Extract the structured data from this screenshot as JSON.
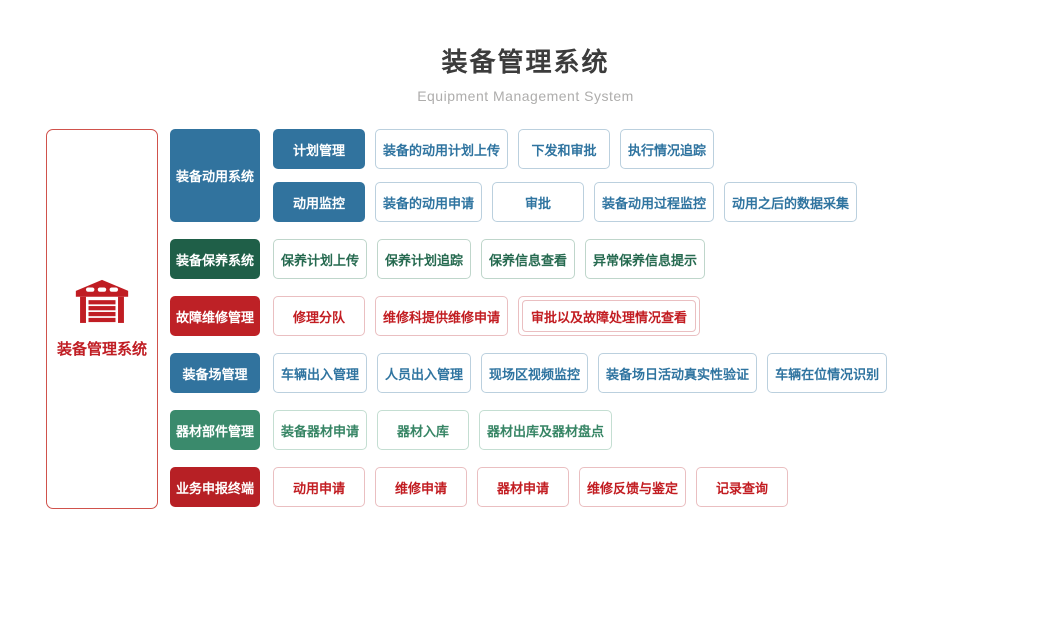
{
  "header": {
    "title": "装备管理系统",
    "subtitle": "Equipment Management System"
  },
  "sidebar": {
    "label": "装备管理系统",
    "icon": "warehouse-icon"
  },
  "colors": {
    "sidebar_border": "#d0524c",
    "sidebar_accent": "#c01d23",
    "title_color": "#3c3c3c",
    "subtitle_color": "#aeadac"
  },
  "themes": {
    "blue": {
      "fill": "#31739e",
      "text": "#2f74a0",
      "border": "#bbd0de"
    },
    "darkgreen": {
      "fill": "#1f5f48",
      "text": "#266a50",
      "border": "#bfd6cb"
    },
    "red": {
      "fill": "#be2126",
      "text": "#c21d22",
      "border": "#eabfc1"
    },
    "green": {
      "fill": "#3a8a6c",
      "text": "#378565",
      "border": "#c4ded2"
    },
    "darkred": {
      "fill": "#b72025",
      "text": "#c21d22",
      "border": "#eabfc1"
    }
  },
  "rows": [
    {
      "id": "equipment-deployment",
      "category": "装备动用系统",
      "theme": "blue",
      "subrows": [
        {
          "lead": "计划管理",
          "items": [
            {
              "label": "装备的动用计划上传"
            },
            {
              "label": "下发和审批"
            },
            {
              "label": "执行情况追踪"
            }
          ]
        },
        {
          "lead": "动用监控",
          "items": [
            {
              "label": "装备的动用申请"
            },
            {
              "label": "审批"
            },
            {
              "label": "装备动用过程监控"
            },
            {
              "label": "动用之后的数据采集"
            }
          ]
        }
      ]
    },
    {
      "id": "maintenance-system",
      "category": "装备保养系统",
      "theme": "darkgreen",
      "items": [
        {
          "label": "保养计划上传"
        },
        {
          "label": "保养计划追踪"
        },
        {
          "label": "保养信息查看"
        },
        {
          "label": "异常保养信息提示"
        }
      ]
    },
    {
      "id": "fault-repair",
      "category": "故障维修管理",
      "theme": "red",
      "items": [
        {
          "label": "修理分队"
        },
        {
          "label": "维修科提供维修申请"
        },
        {
          "label": "审批以及故障处理情况查看",
          "double": true
        }
      ]
    },
    {
      "id": "equipment-yard",
      "category": "装备场管理",
      "theme": "blue",
      "items": [
        {
          "label": "车辆出入管理"
        },
        {
          "label": "人员出入管理"
        },
        {
          "label": "现场区视频监控"
        },
        {
          "label": "装备场日活动真实性验证"
        },
        {
          "label": "车辆在位情况识别"
        }
      ]
    },
    {
      "id": "parts-management",
      "category": "器材部件管理",
      "theme": "green",
      "items": [
        {
          "label": "装备器材申请"
        },
        {
          "label": "器材入库"
        },
        {
          "label": "器材出库及器材盘点"
        }
      ]
    },
    {
      "id": "service-terminal",
      "category": "业务申报终端",
      "theme": "darkred",
      "items": [
        {
          "label": "动用申请"
        },
        {
          "label": "维修申请"
        },
        {
          "label": "器材申请"
        },
        {
          "label": "维修反馈与鉴定"
        },
        {
          "label": "记录查询"
        }
      ]
    }
  ]
}
